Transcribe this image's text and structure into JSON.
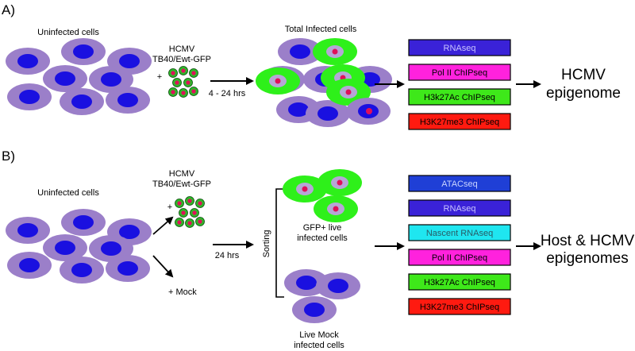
{
  "panel_a": {
    "label": "A)",
    "uninfected_label": "Uninfected cells",
    "virus_line1": "HCMV",
    "virus_line2": "TB40/Ewt-GFP",
    "plus": "+",
    "time": "4 - 24 hrs",
    "infected_label": "Total Infected cells",
    "assays": [
      {
        "label": "RNAseq",
        "fill": "#3a22d8",
        "text_color": "#c9c4ff"
      },
      {
        "label": "Pol II ChIPseq",
        "fill": "#ff22dd",
        "text_color": "#000000"
      },
      {
        "label": "H3k27Ac ChIPseq",
        "fill": "#3ee81a",
        "text_color": "#000000"
      },
      {
        "label": "H3K27me3 ChIPseq",
        "fill": "#ff1a10",
        "text_color": "#000000"
      }
    ],
    "result_line1": "HCMV",
    "result_line2": "epigenome"
  },
  "panel_b": {
    "label": "B)",
    "uninfected_label": "Uninfected cells",
    "virus_line1": "HCMV",
    "virus_line2": "TB40/Ewt-GFP",
    "plus": "+",
    "mock": "+  Mock",
    "time": "24 hrs",
    "sorting": "Sorting",
    "gfp_line1": "GFP+ live",
    "gfp_line2": "infected cells",
    "mock_line1": "Live Mock",
    "mock_line2": "infected cells",
    "assays": [
      {
        "label": "ATACseq",
        "fill": "#1f3fd6",
        "text_color": "#c9d4ff"
      },
      {
        "label": "RNAseq",
        "fill": "#3a22d8",
        "text_color": "#c9c4ff"
      },
      {
        "label": "Nascent RNAseq",
        "fill": "#1fe6f0",
        "text_color": "#2a5c66"
      },
      {
        "label": "Pol II ChIPseq",
        "fill": "#ff22dd",
        "text_color": "#000000"
      },
      {
        "label": "H3k27Ac ChIPseq",
        "fill": "#3ee81a",
        "text_color": "#000000"
      },
      {
        "label": "H3K27me3 ChIPseq",
        "fill": "#ff1a10",
        "text_color": "#000000"
      }
    ],
    "result_line1": "Host & HCMV",
    "result_line2": "epigenomes"
  },
  "colors": {
    "cell": "#9b7fc9",
    "nucleus": "#1a10e0",
    "gfp": "#2ef01a",
    "infected_nucleus": "#b6a6d6",
    "virus_dot": "#e0105a",
    "virion": "#2fb52a"
  }
}
